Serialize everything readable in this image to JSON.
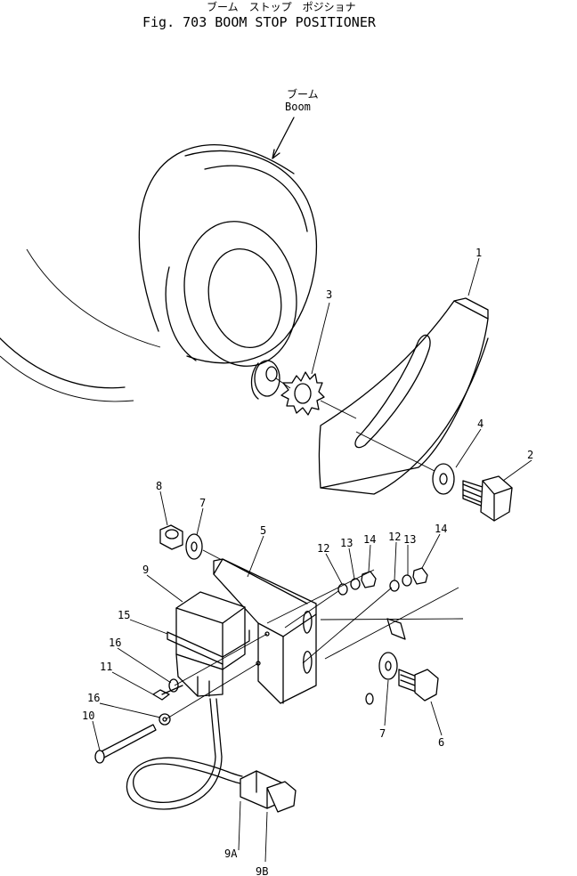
{
  "title": {
    "japanese": "ブーム　ストップ　ポジショナ",
    "english": "Fig. 703  BOOM  STOP  POSITIONER"
  },
  "boom_label": {
    "japanese": "ブーム",
    "english": "Boom"
  },
  "part_labels": {
    "p1": "1",
    "p2": "2",
    "p3": "3",
    "p4": "4",
    "p5": "5",
    "p6": "6",
    "p7a": "7",
    "p7b": "7",
    "p8": "8",
    "p9": "9",
    "p9a": "9A",
    "p9b": "9B",
    "p10": "10",
    "p11": "11",
    "p12a": "12",
    "p12b": "12",
    "p13a": "13",
    "p13b": "13",
    "p14a": "14",
    "p14b": "14",
    "p15": "15",
    "p16a": "16",
    "p16b": "16"
  }
}
